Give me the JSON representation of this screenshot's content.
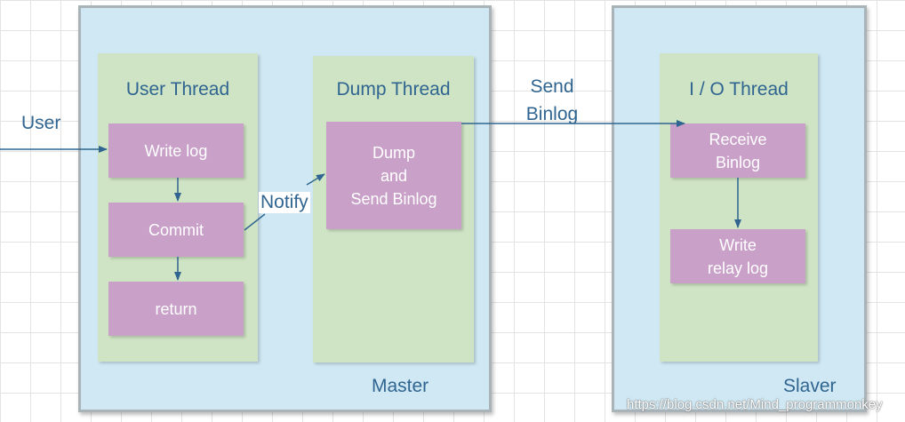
{
  "actor": {
    "user_label": "User"
  },
  "master": {
    "label": "Master",
    "user_thread": {
      "title": "User Thread",
      "steps": [
        "Write log",
        "Commit",
        "return"
      ]
    },
    "notify_label": "Notify",
    "dump_thread": {
      "title": "Dump Thread",
      "step": "Dump\nand\nSend  Binlog"
    }
  },
  "transfer": {
    "label": "Send\nBinlog"
  },
  "slaver": {
    "label": "Slaver",
    "io_thread": {
      "title": "I / O Thread",
      "steps": [
        "Receive\nBinlog",
        "Write\nrelay log"
      ]
    }
  },
  "watermark": "https://blog.csdn.net/Mind_programmonkey",
  "colors": {
    "server_fill": "#cfe8f3",
    "thread_fill": "#cfe4c4",
    "step_fill": "#c8a0c8",
    "text_blue": "#2f6590",
    "arrow": "#2f6590"
  }
}
